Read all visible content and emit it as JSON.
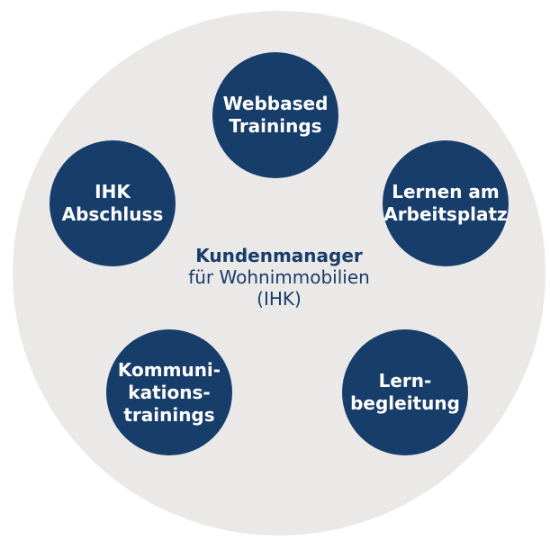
{
  "colors": {
    "background": "#ffffff",
    "outer_circle": "#ebe9e8",
    "node_fill": "#173d6b",
    "node_text": "#ffffff",
    "center_text": "#173d6b"
  },
  "center": {
    "title": "Kundenmanager",
    "line2": "für Wohnimmobilien",
    "line3": "(IHK)"
  },
  "nodes": {
    "webbased": {
      "line1": "Webbased",
      "line2": "Trainings"
    },
    "ihk": {
      "line1": "IHK",
      "line2": "Abschluss"
    },
    "lernen": {
      "line1": "Lernen am",
      "line2": "Arbeitsplatz"
    },
    "kommunikation": {
      "line1": "Kommuni-",
      "line2": "kations-",
      "line3": "trainings"
    },
    "lernbegleitung": {
      "line1": "Lern-",
      "line2": "begleitung"
    }
  }
}
